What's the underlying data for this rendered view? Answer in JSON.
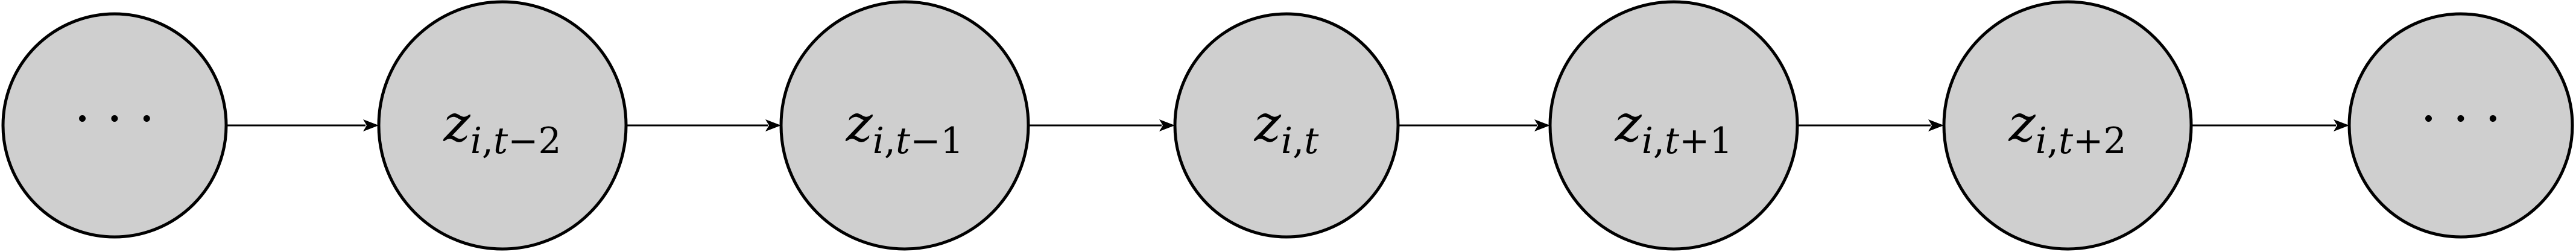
{
  "diagram": {
    "node_fill": "#cfcfcf",
    "stroke_color": "#000000",
    "nodes": [
      {
        "id": "n0",
        "kind": "ellipsis",
        "text": "· · ·"
      },
      {
        "id": "n1",
        "kind": "latent",
        "var": "z",
        "sub_index": "i",
        "sub_sep": ",",
        "sub_time": "t",
        "sub_offset": "−2"
      },
      {
        "id": "n2",
        "kind": "latent",
        "var": "z",
        "sub_index": "i",
        "sub_sep": ",",
        "sub_time": "t",
        "sub_offset": "−1"
      },
      {
        "id": "n3",
        "kind": "latent",
        "var": "z",
        "sub_index": "i",
        "sub_sep": ",",
        "sub_time": "t",
        "sub_offset": ""
      },
      {
        "id": "n4",
        "kind": "latent",
        "var": "z",
        "sub_index": "i",
        "sub_sep": ",",
        "sub_time": "t",
        "sub_offset": "+1"
      },
      {
        "id": "n5",
        "kind": "latent",
        "var": "z",
        "sub_index": "i",
        "sub_sep": ",",
        "sub_time": "t",
        "sub_offset": "+2"
      },
      {
        "id": "n6",
        "kind": "ellipsis",
        "text": "· · ·"
      }
    ],
    "edges": [
      {
        "from": "n0",
        "to": "n1"
      },
      {
        "from": "n1",
        "to": "n2"
      },
      {
        "from": "n2",
        "to": "n3"
      },
      {
        "from": "n3",
        "to": "n4"
      },
      {
        "from": "n4",
        "to": "n5"
      },
      {
        "from": "n5",
        "to": "n6"
      }
    ]
  }
}
